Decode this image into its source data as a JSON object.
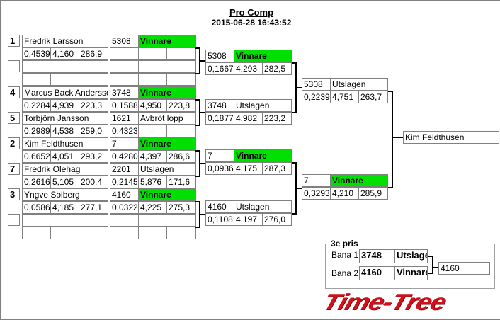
{
  "header": {
    "title": "Pro Comp",
    "datetime": "2015-06-28 16:43:52"
  },
  "round1": [
    {
      "seed": "1",
      "name": "Fredrik Larsson",
      "stats": [
        "0,4539",
        "4,160",
        "286,9"
      ],
      "result": {
        "number": "5308",
        "status": "Vinnare",
        "winner": true,
        "stats": [
          "",
          "",
          ""
        ]
      }
    },
    {
      "seed": "",
      "name": "",
      "stats": [
        "",
        "",
        ""
      ],
      "result": {
        "number": "",
        "status": "",
        "winner": false,
        "stats": [
          "",
          "",
          ""
        ]
      }
    },
    {
      "seed": "4",
      "name": "Marcus Back Andersson",
      "stats": [
        "0,2284",
        "4,939",
        "223,3"
      ],
      "result": {
        "number": "3748",
        "status": "Vinnare",
        "winner": true,
        "stats": [
          "0,1588",
          "4,950",
          "223,8"
        ]
      }
    },
    {
      "seed": "5",
      "name": "Torbjörn Jansson",
      "stats": [
        "0,2989",
        "4,538",
        "259,0"
      ],
      "result": {
        "number": "1621",
        "status": "Avbröt lopp",
        "winner": false,
        "stats": [
          "0,4323",
          "",
          ""
        ]
      }
    },
    {
      "seed": "2",
      "name": "Kim Feldthusen",
      "stats": [
        "0,6652",
        "4,051",
        "293,2"
      ],
      "result": {
        "number": "7",
        "status": "Vinnare",
        "winner": true,
        "stats": [
          "0,4280",
          "4,397",
          "286,6"
        ]
      }
    },
    {
      "seed": "7",
      "name": "Fredrik Olehag",
      "stats": [
        "0,2616",
        "5,105",
        "200,4"
      ],
      "result": {
        "number": "2201",
        "status": "Utslagen",
        "winner": false,
        "stats": [
          "0,2145",
          "5,876",
          "171,6"
        ]
      }
    },
    {
      "seed": "3",
      "name": "Yngve Solberg",
      "stats": [
        "0,0586",
        "4,185",
        "277,1"
      ],
      "result": {
        "number": "4160",
        "status": "Vinnare",
        "winner": true,
        "stats": [
          "0,0322",
          "4,225",
          "275,3"
        ]
      }
    },
    {
      "seed": "",
      "name": "",
      "stats": [
        "",
        "",
        ""
      ],
      "result": {
        "number": "",
        "status": "",
        "winner": false,
        "stats": [
          "",
          "",
          ""
        ]
      }
    }
  ],
  "round2": [
    {
      "number": "5308",
      "status": "Vinnare",
      "winner": true,
      "stats": [
        "0,1667",
        "4,293",
        "282,5"
      ]
    },
    {
      "number": "3748",
      "status": "Utslagen",
      "winner": false,
      "stats": [
        "0,1877",
        "4,982",
        "223,2"
      ]
    },
    {
      "number": "7",
      "status": "Vinnare",
      "winner": true,
      "stats": [
        "0,0936",
        "4,175",
        "287,3"
      ]
    },
    {
      "number": "4160",
      "status": "Utslagen",
      "winner": false,
      "stats": [
        "0,1108",
        "4,197",
        "276,0"
      ]
    }
  ],
  "round3": [
    {
      "number": "5308",
      "status": "Utslagen",
      "winner": false,
      "stats": [
        "0,2239",
        "4,751",
        "263,7"
      ]
    },
    {
      "number": "7",
      "status": "Vinnare",
      "winner": true,
      "stats": [
        "0,3293",
        "4,210",
        "285,9"
      ]
    }
  ],
  "final": {
    "winner": "Kim Feldthusen"
  },
  "third_place": {
    "legend": "3e pris",
    "lanes": [
      {
        "label": "Bana 1",
        "number": "3748",
        "status": "Utslagen"
      },
      {
        "label": "Bana 2",
        "number": "4160",
        "status": "Vinnare"
      }
    ],
    "winner": "4160"
  },
  "logo": {
    "text": "Time-Tree"
  },
  "colors": {
    "winner": "#00e000",
    "logo": "#d0101a"
  }
}
